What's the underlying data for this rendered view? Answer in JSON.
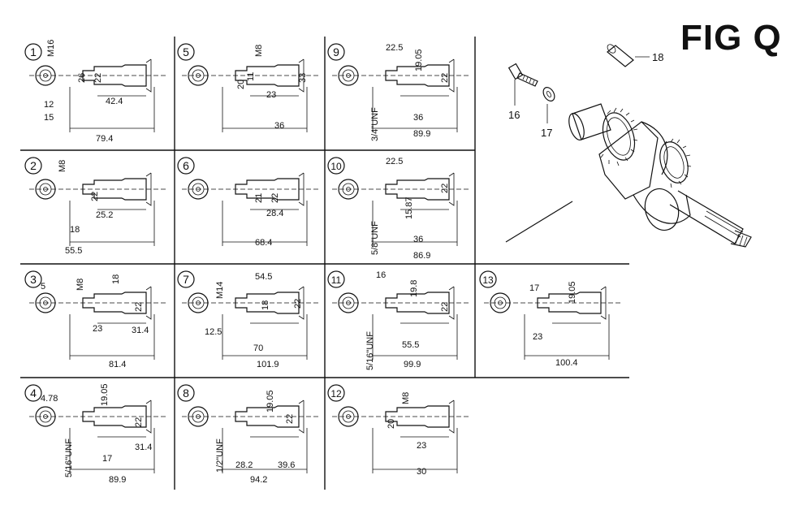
{
  "figure": {
    "title": "FIG Q"
  },
  "callouts": {
    "c16": "16",
    "c17": "17",
    "c18": "18"
  },
  "cells": [
    {
      "num": "1",
      "labels": [
        "M16",
        "26",
        "22",
        "42.4",
        "12",
        "15",
        "79.4"
      ]
    },
    {
      "num": "2",
      "labels": [
        "M8",
        "22",
        "25.2",
        "18",
        "55.5"
      ]
    },
    {
      "num": "3",
      "labels": [
        "5",
        "M8",
        "18",
        "22",
        "23",
        "31.4",
        "81.4"
      ]
    },
    {
      "num": "4",
      "labels": [
        "4.78",
        "19.05",
        "22",
        "17",
        "31.4",
        "5/16\"UNF",
        "89.9"
      ]
    },
    {
      "num": "5",
      "labels": [
        "M8",
        "20",
        "11",
        "33",
        "23",
        "36"
      ]
    },
    {
      "num": "6",
      "labels": [
        "21",
        "22",
        "28.4",
        "68.4"
      ]
    },
    {
      "num": "7",
      "labels": [
        "M14",
        "54.5",
        "18",
        "22",
        "12.5",
        "70",
        "101.9"
      ]
    },
    {
      "num": "8",
      "labels": [
        "19.05",
        "22",
        "1/2\"UNF",
        "28.2",
        "39.6",
        "94.2"
      ]
    },
    {
      "num": "9",
      "labels": [
        "22.5",
        "19.05",
        "22",
        "3/4\"UNF",
        "36",
        "89.9"
      ]
    },
    {
      "num": "10",
      "labels": [
        "22.5",
        "22",
        "15.87",
        "5/8\"UNF",
        "36",
        "86.9"
      ]
    },
    {
      "num": "11",
      "labels": [
        "16",
        "19.8",
        "22",
        "5/16\"UNF",
        "55.5",
        "99.9"
      ]
    },
    {
      "num": "12",
      "labels": [
        "M8",
        "20",
        "23",
        "30"
      ]
    },
    {
      "num": "13",
      "labels": [
        "17",
        "19.05",
        "23",
        "100.4"
      ]
    }
  ]
}
